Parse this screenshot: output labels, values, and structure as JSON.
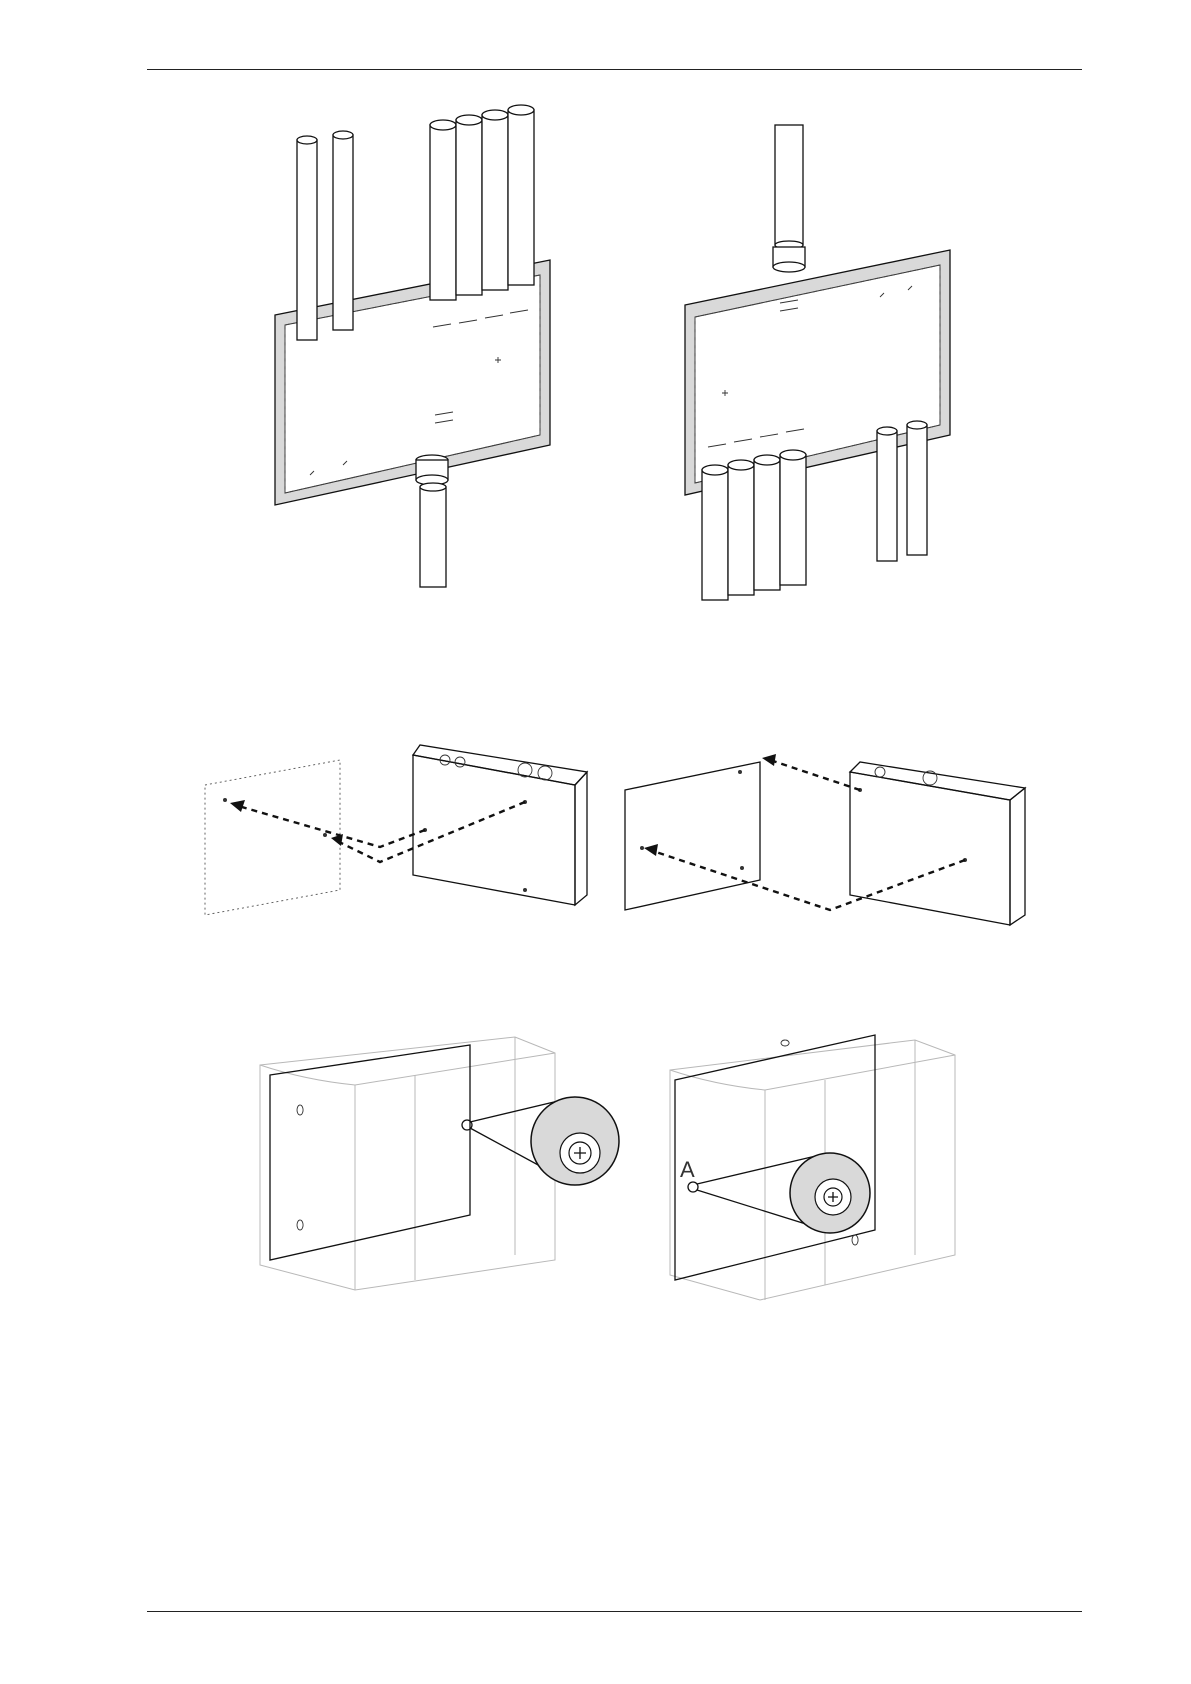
{
  "page": {
    "figures": [
      {
        "id": "pipes-top-entry",
        "icon": "wall-plate-pipes-from-top"
      },
      {
        "id": "pipes-bottom-entry",
        "icon": "wall-plate-pipes-from-bottom"
      },
      {
        "id": "mount-left",
        "icon": "unit-to-wall-arrows"
      },
      {
        "id": "mount-right",
        "icon": "unit-to-wall-arrows-mirrored"
      },
      {
        "id": "screw-detail-left",
        "icon": "screw-magnifier"
      },
      {
        "id": "screw-detail-right",
        "icon": "screw-magnifier-labeled"
      }
    ],
    "labels": {
      "detail_marker": "A"
    }
  }
}
